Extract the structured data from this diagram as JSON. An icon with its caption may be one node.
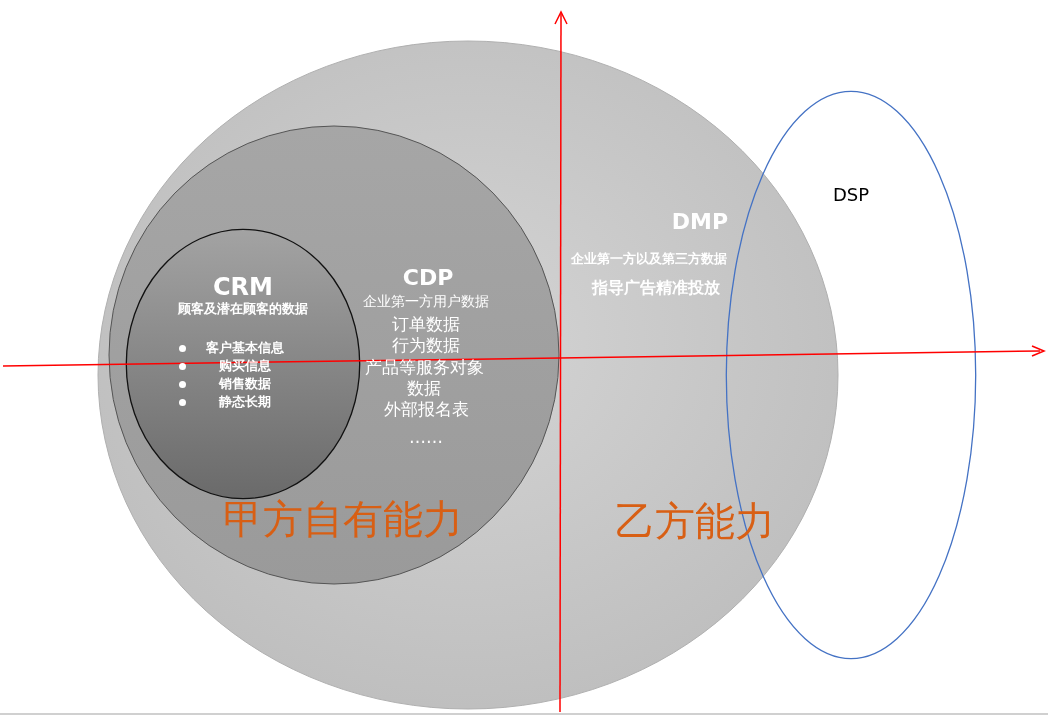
{
  "diagram": {
    "nodes": [
      {
        "text": [
          "DMP",
          "企业第一方以及第三方数据",
          "指导广告精准投放"
        ]
      },
      {
        "text": [
          "CDP",
          "企业第一方用户数据",
          "订单数据",
          "行为数据",
          "产品等服务对象数据",
          "外部报名表",
          "……"
        ],
        "in": 0
      },
      {
        "text": [
          "CRM",
          "顾客及潜在顾客的数据",
          "客户基本信息",
          "购买信息",
          "销售数据",
          "静态长期"
        ],
        "in": 1
      },
      {
        "text": [
          "DSP"
        ]
      }
    ],
    "edges": [],
    "labels": [
      "甲方自有能力",
      "乙方能力"
    ]
  }
}
